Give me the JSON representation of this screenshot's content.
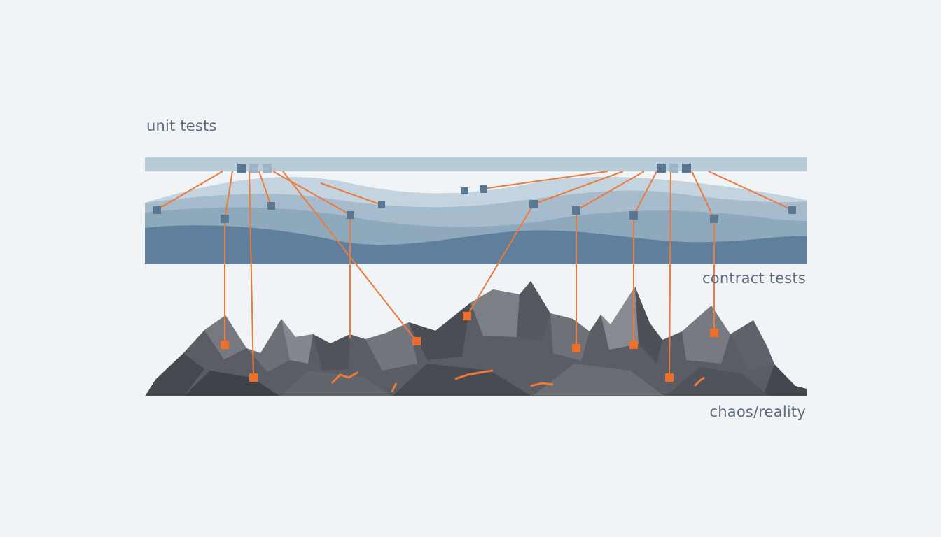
{
  "labels": {
    "unit": "unit tests",
    "contract": "contract tests",
    "chaos": "chaos/reality"
  },
  "colors": {
    "background": "#f1f4f7",
    "unit_band": "#b8cbd8",
    "wave_light": "#a6bccd",
    "wave_mid": "#8ea8bc",
    "wave_dark": "#5f7f9c",
    "rock_dark": "#4e5258",
    "rock_mid": "#676b71",
    "rock_light": "#7e8288",
    "connector": "#ec7a3a",
    "node_blue": "#5b7893",
    "node_pale": "#9fb5c6",
    "node_orange": "#ef6f2a"
  }
}
